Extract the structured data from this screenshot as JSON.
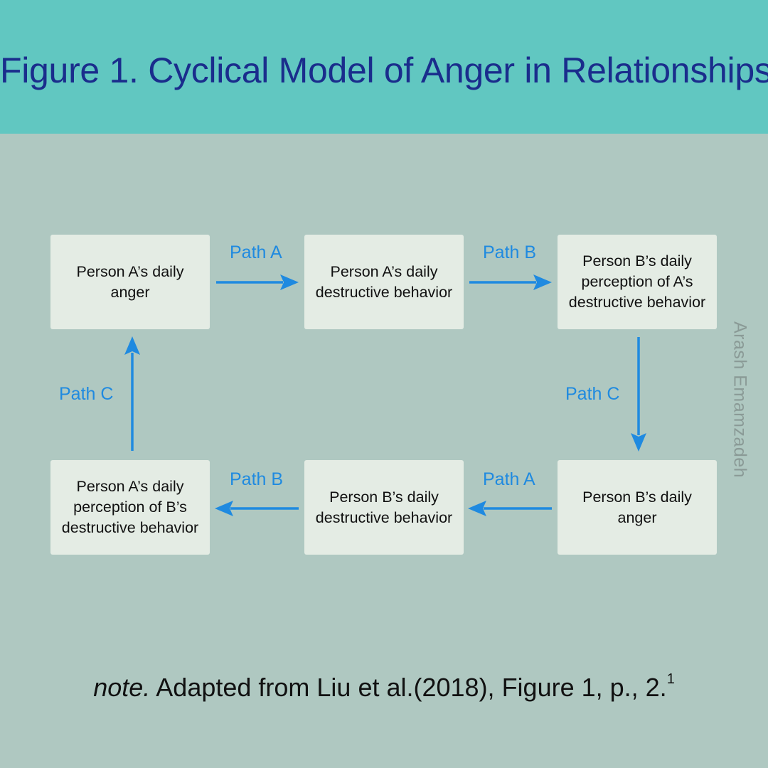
{
  "title": "Figure 1. Cyclical Model of Anger in Relationships",
  "nodes": {
    "a_anger": [
      "Person A’s daily",
      "anger"
    ],
    "a_behavior": [
      "Person A’s daily",
      "destructive behavior"
    ],
    "b_perception": [
      "Person B’s daily",
      "perception of A’s",
      "destructive behavior"
    ],
    "b_anger": [
      "Person B’s daily",
      "anger"
    ],
    "b_behavior": [
      "Person B’s daily",
      "destructive behavior"
    ],
    "a_perception": [
      "Person A’s daily",
      "perception of B’s",
      "destructive behavior"
    ]
  },
  "paths": {
    "top_a": "Path A",
    "top_b": "Path B",
    "right_c": "Path C",
    "bottom_a": "Path A",
    "bottom_b": "Path B",
    "left_c": "Path C"
  },
  "note": {
    "lead": "note.",
    "text": "Adapted from Liu et al.(2018), Figure 1, p., 2.",
    "superscript": "1"
  },
  "watermark": "Arash Emamzadeh",
  "colors": {
    "header_bg": "#61c7c1",
    "page_bg": "#afc8c1",
    "title_text": "#1a2d8c",
    "box_bg": "#e4ece4",
    "arrow": "#1f8ae0",
    "watermark_text": "#8a9a96"
  }
}
